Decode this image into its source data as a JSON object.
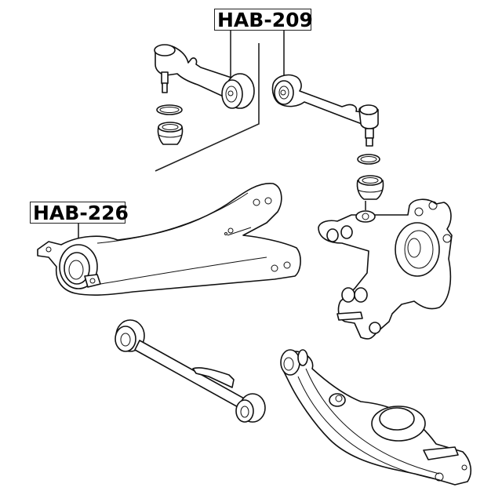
{
  "diagram": {
    "title": "Rear suspension exploded view",
    "labels": [
      {
        "id": "hab-209",
        "text": "HAB-209",
        "points_to": [
          "upper control arm bushing (left arm)",
          "upper control arm bushing (right arm)"
        ]
      },
      {
        "id": "hab-226",
        "text": "HAB-226",
        "points_to": [
          "trailing arm bushing"
        ]
      }
    ],
    "parts": [
      {
        "id": "upper-arm-left",
        "name": "Upper control arm with ball joint"
      },
      {
        "id": "upper-arm-right",
        "name": "Upper control arm with ball joint"
      },
      {
        "id": "ball-joint-boot-left",
        "name": "Ball joint clip ring and dust boot"
      },
      {
        "id": "ball-joint-boot-right",
        "name": "Ball joint clip ring and dust boot"
      },
      {
        "id": "trailing-arm",
        "name": "Trailing arm"
      },
      {
        "id": "knuckle",
        "name": "Rear knuckle / hub carrier"
      },
      {
        "id": "toe-link",
        "name": "Lateral link (toe arm)"
      },
      {
        "id": "lower-arm",
        "name": "Lower control arm"
      }
    ]
  }
}
